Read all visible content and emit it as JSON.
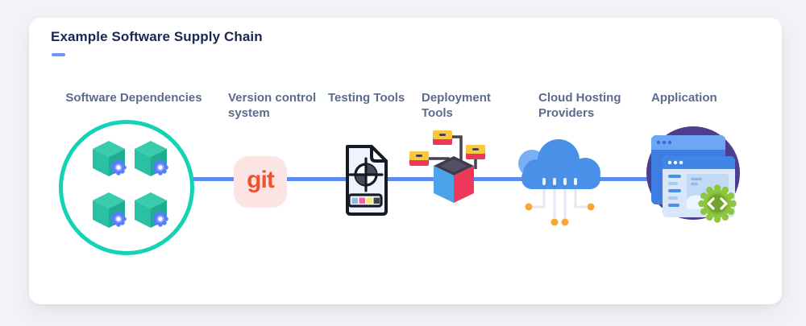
{
  "page": {
    "background_color": "#f2f3f6"
  },
  "card": {
    "background_color": "#ffffff"
  },
  "header": {
    "title": "Example Software Supply Chain",
    "title_color": "#1b2750",
    "accent_underline_color": "#6e96f5"
  },
  "flow": {
    "line_color": "#5d8cf1",
    "direction": "left-to-right"
  },
  "stages": [
    {
      "label": "Software Dependencies",
      "icon": "dependency-cubes-icon"
    },
    {
      "label": "Version control system",
      "icon": "git-icon",
      "icon_text": "git"
    },
    {
      "label": "Testing Tools",
      "icon": "test-target-document-icon"
    },
    {
      "label": "Deployment Tools",
      "icon": "deployment-box-icon"
    },
    {
      "label": "Cloud Hosting Providers",
      "icon": "cloud-icon"
    },
    {
      "label": "Application",
      "icon": "application-windows-gear-icon"
    }
  ],
  "palette": {
    "label_text": "#5c6b8d",
    "dependency_circle_border": "#14d2b4",
    "cube_teal": "#29c0a3",
    "gear_blue": "#5b7cfa",
    "git_text": "#f05133",
    "git_background": "#fce4e2",
    "deploy_blue": "#4ba4ea",
    "deploy_red": "#ef3859",
    "tag_yellow": "#f7c73c",
    "cloud_blue": "#4a90e8",
    "circuit_dot_orange": "#f6a832",
    "app_circle_purple": "#4b3d8f",
    "app_gear_green": "#8dc63f"
  }
}
